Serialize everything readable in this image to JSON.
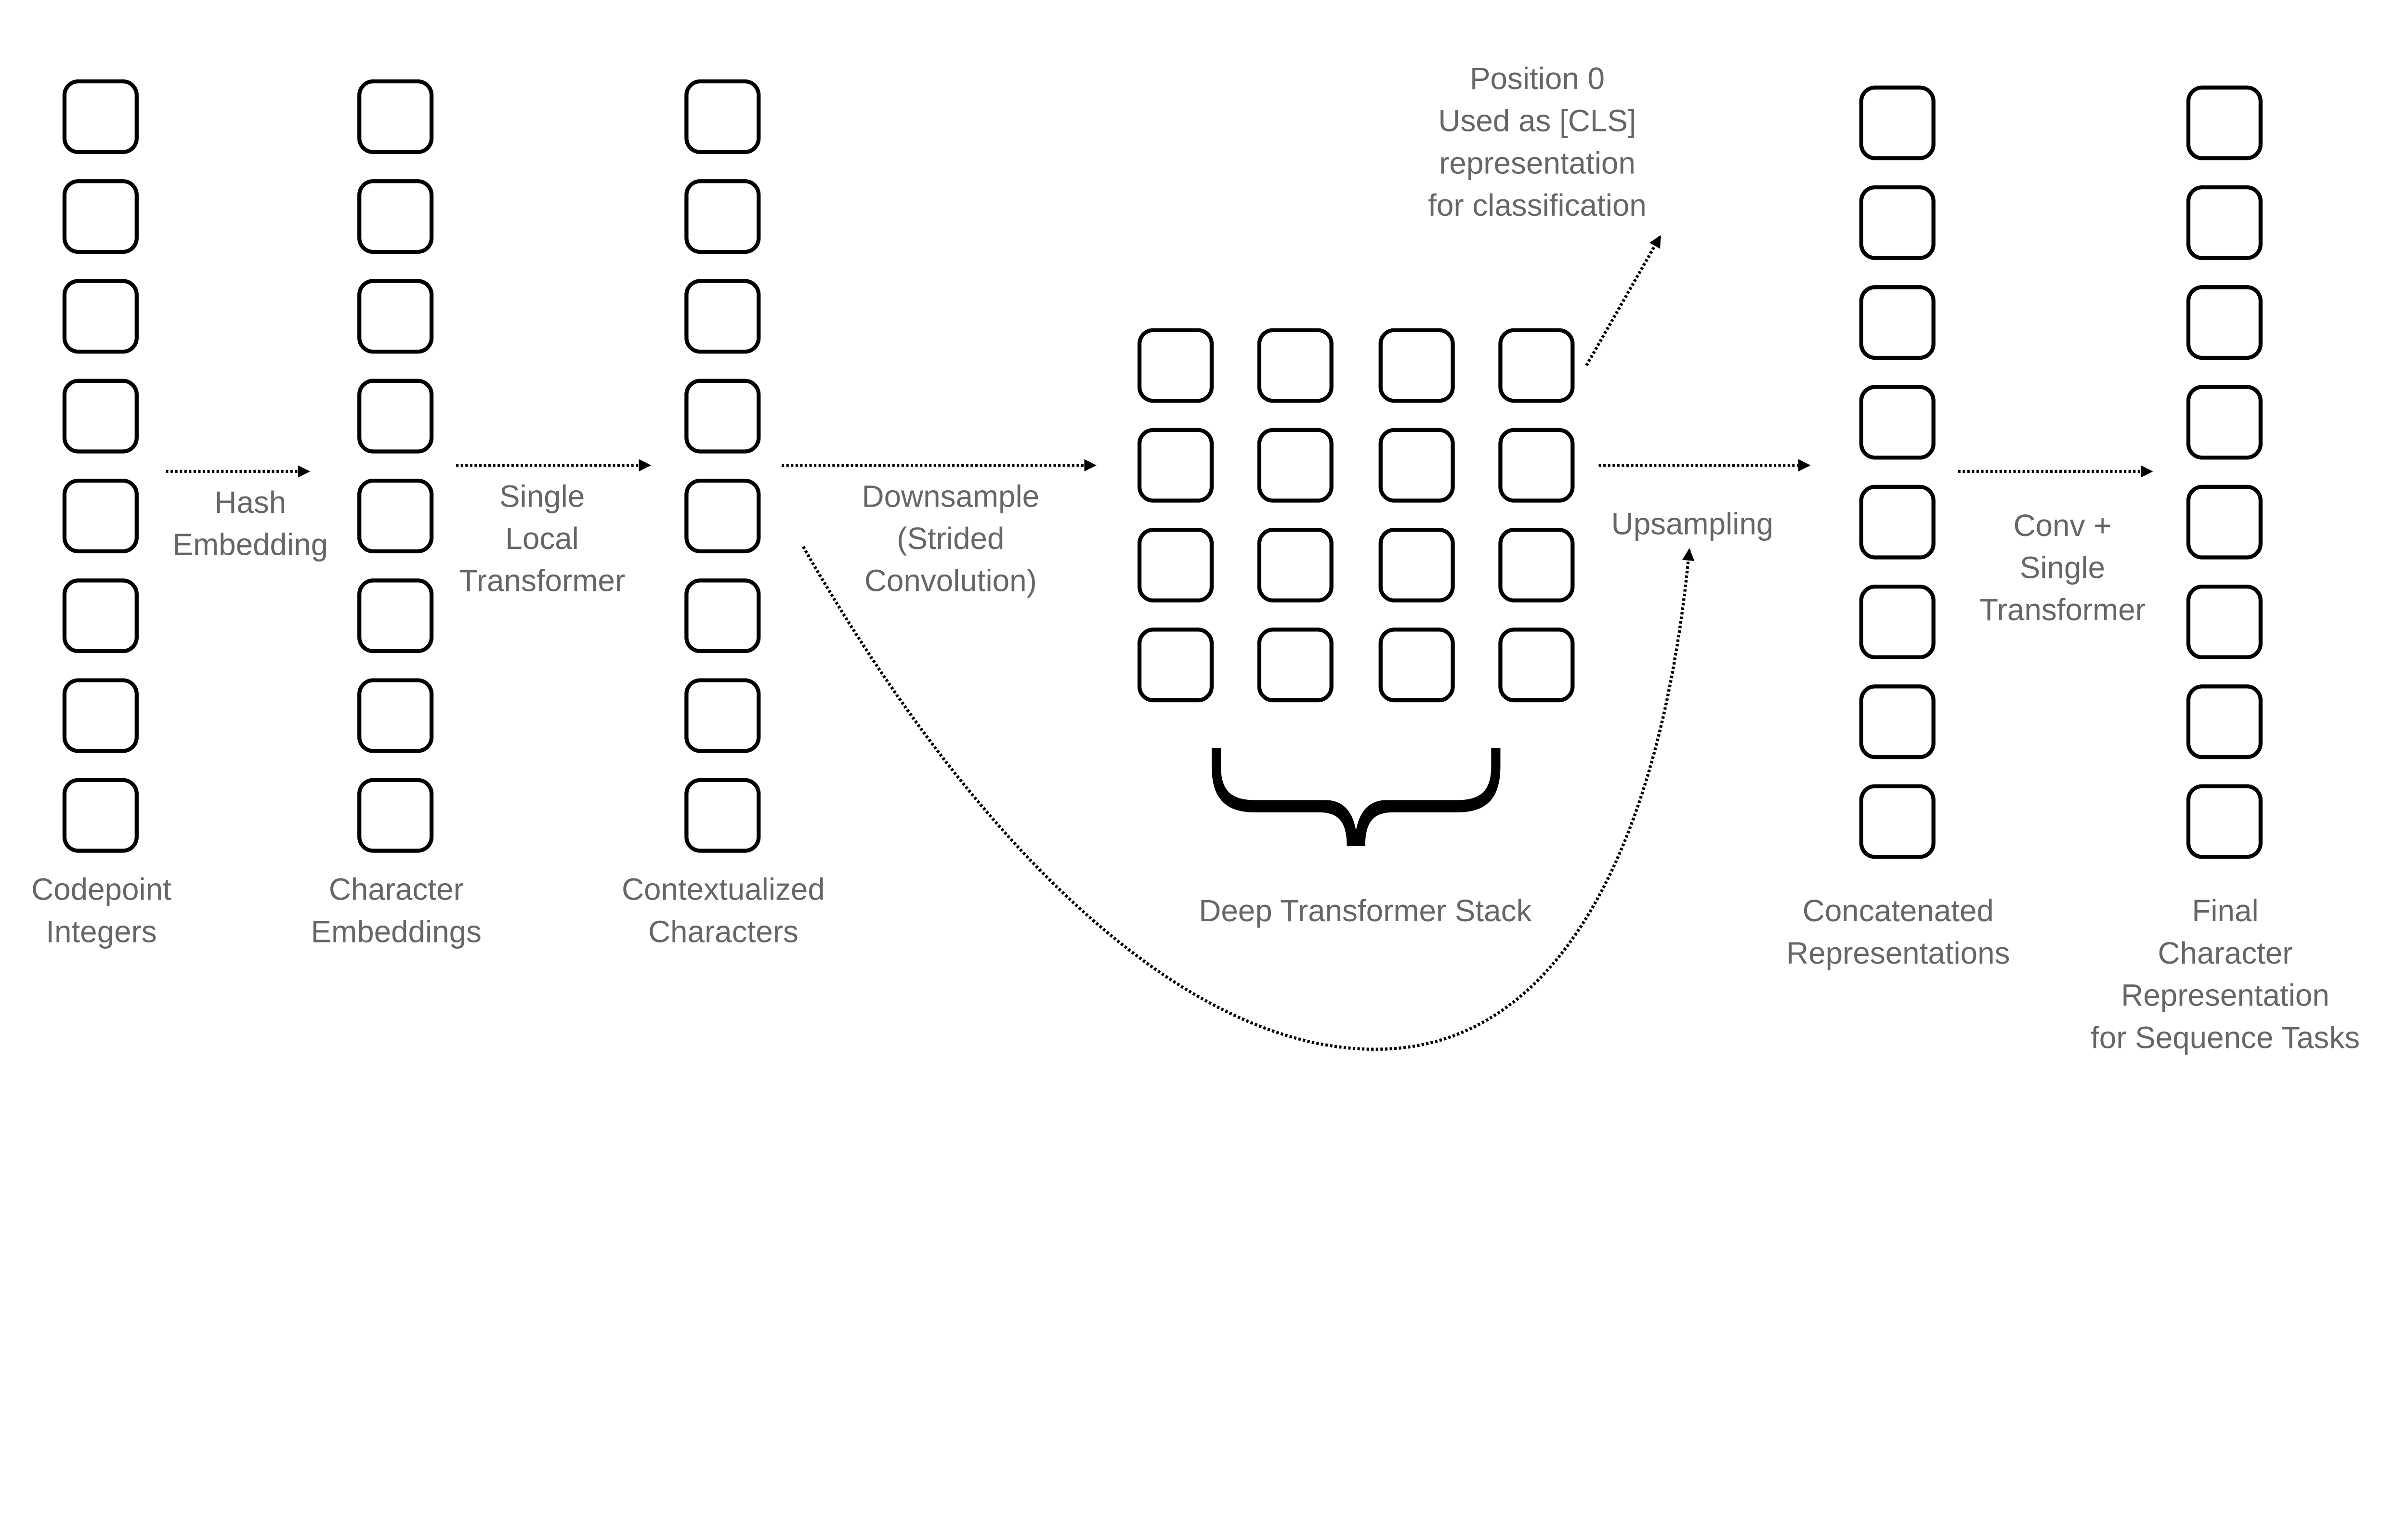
{
  "colors": {
    "text": "#666666",
    "stroke": "#000000",
    "background": "#ffffff"
  },
  "columns": {
    "codepoint": {
      "lines": [
        "Codepoint",
        "Integers"
      ],
      "cells": 8
    },
    "char_emb": {
      "lines": [
        "Character",
        "Embeddings"
      ],
      "cells": 8
    },
    "contextual": {
      "lines": [
        "Contextualized",
        "Characters"
      ],
      "cells": 8
    },
    "concat": {
      "lines": [
        "Concatenated",
        "Representations"
      ],
      "cells": 8
    },
    "final": {
      "lines": [
        "Final",
        "Character",
        "Representation",
        "for Sequence Tasks"
      ],
      "cells": 8
    }
  },
  "deep_stack": {
    "label": "Deep Transformer Stack",
    "rows": 4,
    "cols": 4
  },
  "arrows": {
    "hash": [
      "Hash",
      "Embedding"
    ],
    "local": [
      "Single",
      "Local",
      "Transformer"
    ],
    "downsample": [
      "Downsample",
      "(Strided",
      "Convolution)"
    ],
    "upsampling": [
      "Upsampling"
    ],
    "conv": [
      "Conv +",
      "Single",
      "Transformer"
    ]
  },
  "cls_note": [
    "Position 0",
    "Used as [CLS]",
    "representation",
    "for classification"
  ]
}
